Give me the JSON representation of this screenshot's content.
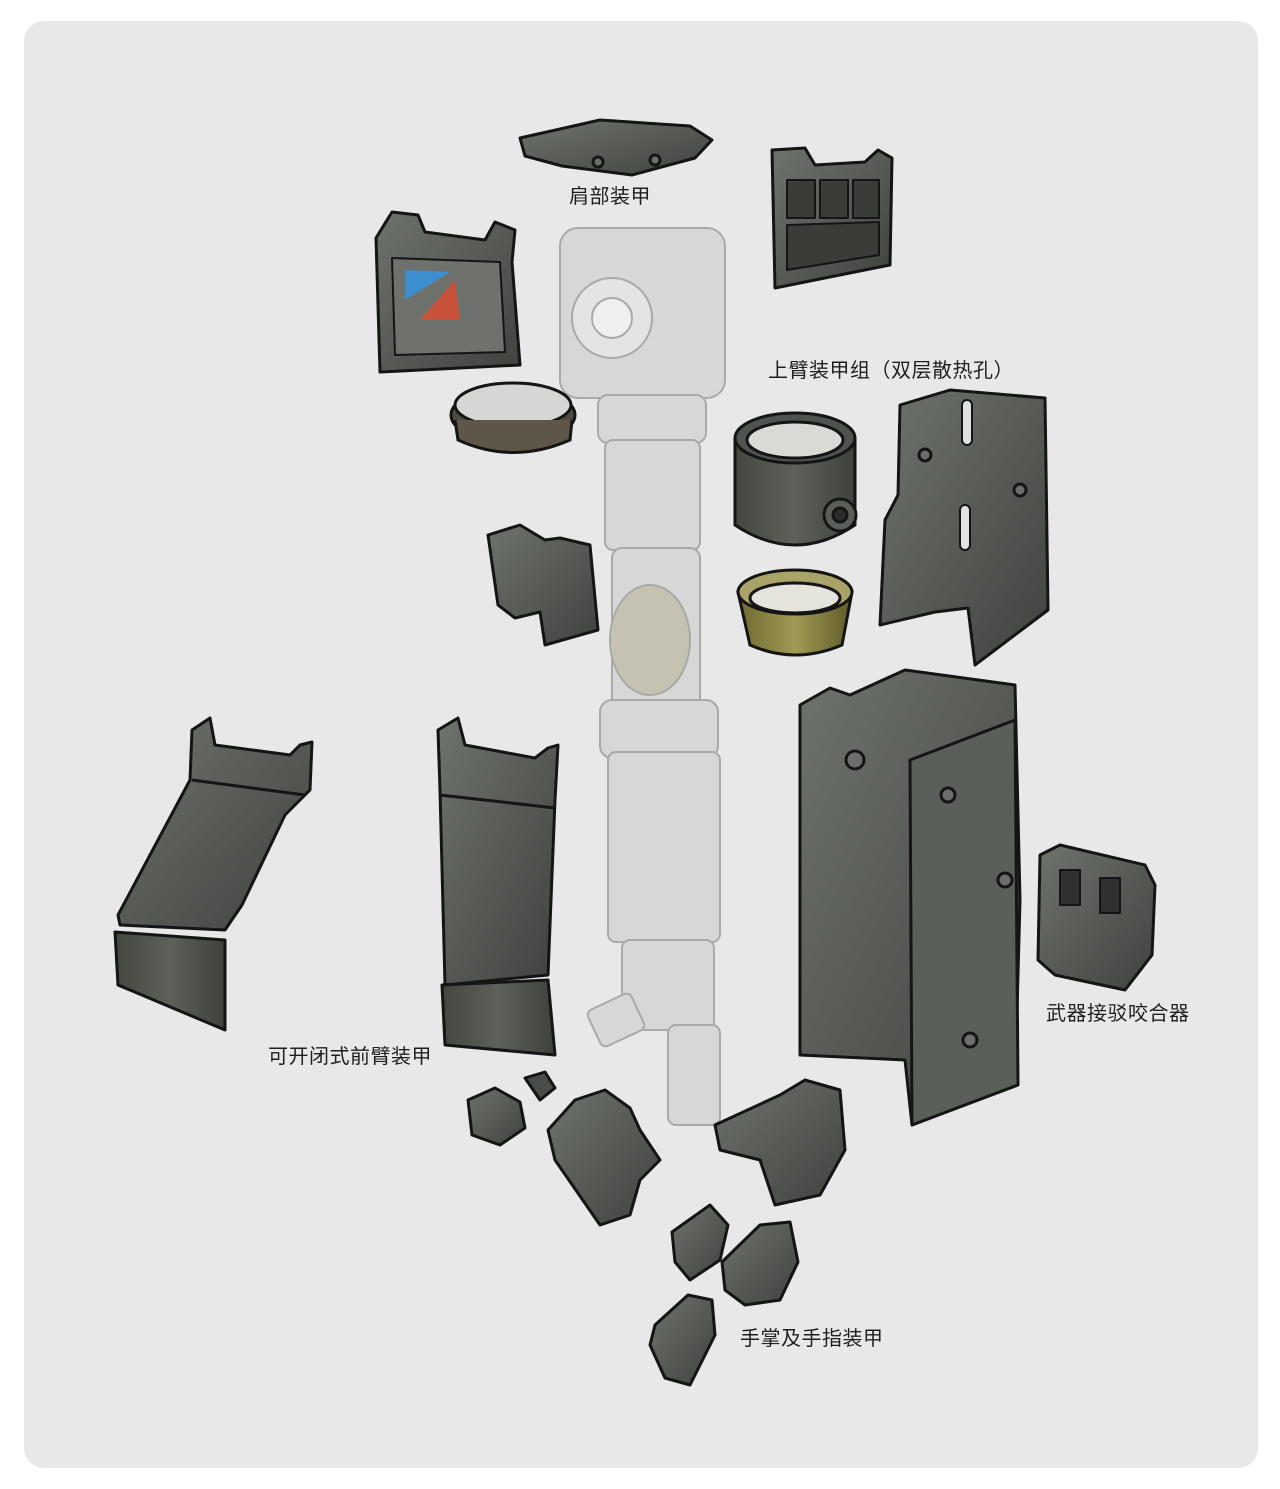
{
  "colors": {
    "background": "#e8e8e8",
    "armor_dark": "#4b4e4a",
    "armor_mid": "#6b6f69",
    "outline": "#151515",
    "skeleton": "#cfd1cf",
    "brass": "#8c8442"
  },
  "labels": {
    "shoulder": "肩部装甲",
    "upper_arm": "上臂装甲组（双层散热孔）",
    "forearm": "可开闭式前臂装甲",
    "weapon_dock": "武器接驳咬合器",
    "hand": "手掌及手指装甲"
  }
}
